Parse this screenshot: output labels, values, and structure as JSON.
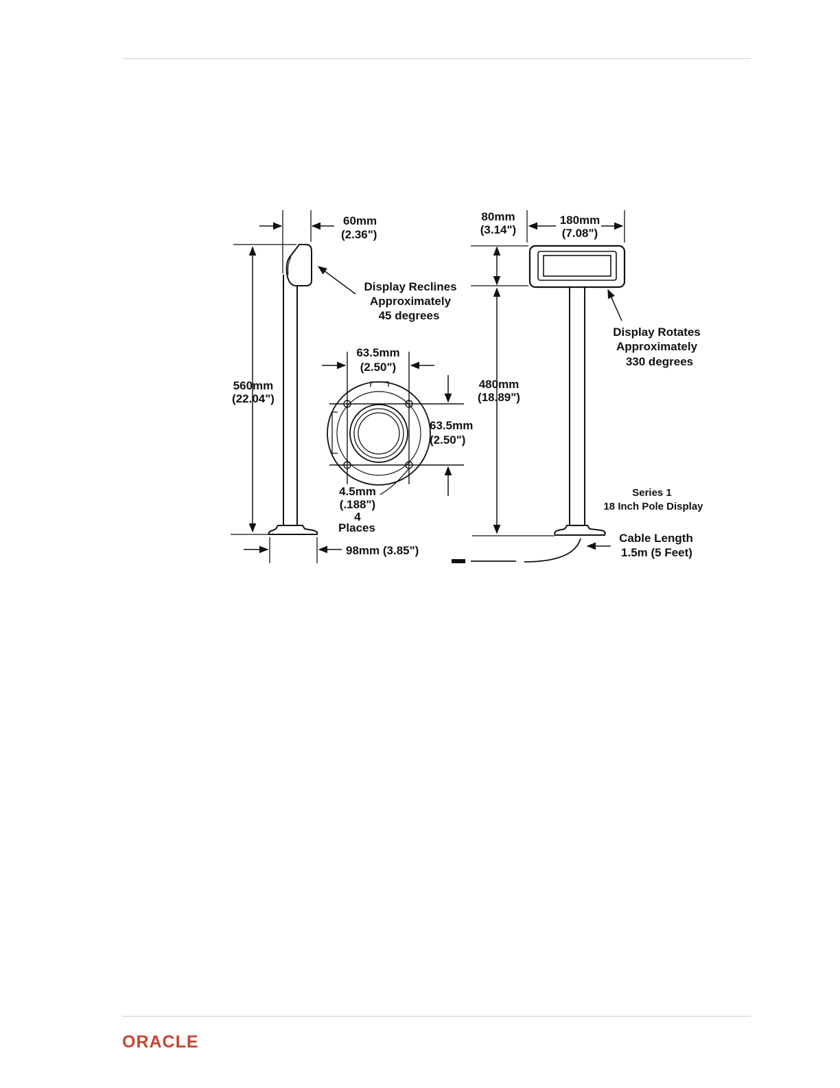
{
  "header": {
    "rule": "top-rule"
  },
  "diagram": {
    "side_width": {
      "mm": "60mm",
      "in": "(2.36\")"
    },
    "recline_note": [
      "Display Reclines",
      "Approximately",
      "45 degrees"
    ],
    "total_height": {
      "mm": "560mm",
      "in": "(22.04\")"
    },
    "base_width": "98mm (3.85\")",
    "hole_spacing_h": {
      "mm": "63.5mm",
      "in": "(2.50\")"
    },
    "hole_spacing_v": {
      "mm": "63.5mm",
      "in": "(2.50\")"
    },
    "hole_note": [
      "4.5mm",
      "(.188\")",
      "4",
      "Places"
    ],
    "display_height": {
      "mm": "80mm",
      "in": "(3.14\")"
    },
    "display_width": {
      "mm": "180mm",
      "in": "(7.08\")"
    },
    "rotate_note": [
      "Display Rotates",
      "Approximately",
      "330 degrees"
    ],
    "pole_height": {
      "mm": "480mm",
      "in": "(18.89\")"
    },
    "series_note": [
      "Series 1",
      "18 Inch Pole Display"
    ],
    "cable_note": [
      "Cable Length",
      "1.5m (5 Feet)"
    ]
  },
  "footer": {
    "logo_text": "ORACLE",
    "brand_color": "#c74634"
  }
}
